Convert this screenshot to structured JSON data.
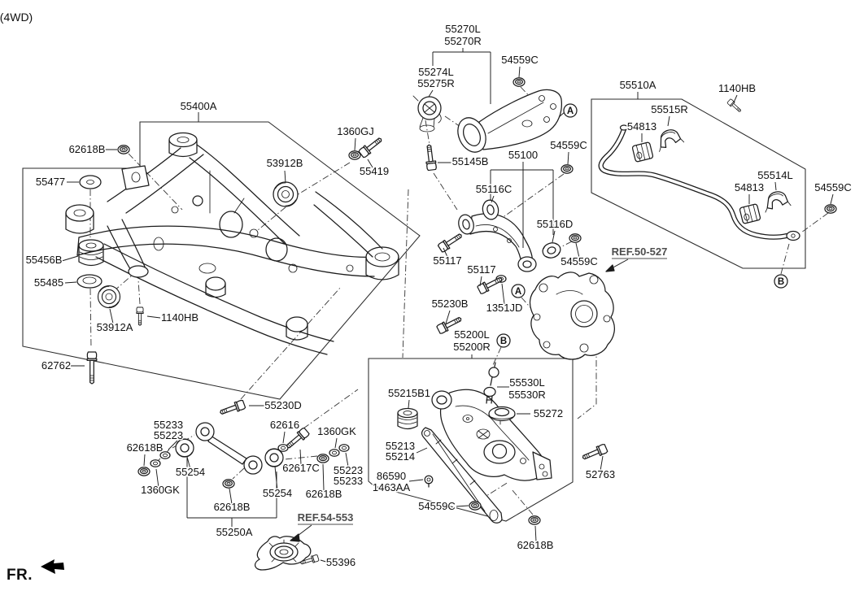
{
  "title": "(4WD)",
  "fr_label": "FR.",
  "callouts": {
    "a1": "A",
    "a2": "A",
    "b1": "B",
    "b2": "B"
  },
  "colors": {
    "line": "#1c1c1c",
    "background": "#ffffff",
    "ref_text": "#4d4d4d"
  },
  "labels": [
    {
      "text": "55400A"
    },
    {
      "text": "62618B"
    },
    {
      "text": "55477"
    },
    {
      "text": "55456B"
    },
    {
      "text": "55485"
    },
    {
      "text": "53912A"
    },
    {
      "text": "1140HB"
    },
    {
      "text": "62762"
    },
    {
      "text": "53912B"
    },
    {
      "text": "1360GJ"
    },
    {
      "text": "55419"
    },
    {
      "text": "55270L"
    },
    {
      "text": "55270R"
    },
    {
      "text": "55274L"
    },
    {
      "text": "55275R"
    },
    {
      "text": "54559C"
    },
    {
      "text": "55145B"
    },
    {
      "text": "55100"
    },
    {
      "text": "54559C"
    },
    {
      "text": "55116C"
    },
    {
      "text": "55116D"
    },
    {
      "text": "54559C"
    },
    {
      "text": "55117"
    },
    {
      "text": "55117"
    },
    {
      "text": "1351JD"
    },
    {
      "text": "55230B"
    },
    {
      "text": "55200L"
    },
    {
      "text": "55200R"
    },
    {
      "text": "REF.50-527"
    },
    {
      "text": "55510A"
    },
    {
      "text": "1140HB"
    },
    {
      "text": "55515R"
    },
    {
      "text": "54813"
    },
    {
      "text": "55514L"
    },
    {
      "text": "54813"
    },
    {
      "text": "54559C"
    },
    {
      "text": "55530L"
    },
    {
      "text": "55530R"
    },
    {
      "text": "55272"
    },
    {
      "text": "55215B1"
    },
    {
      "text": "55213"
    },
    {
      "text": "55214"
    },
    {
      "text": "86590"
    },
    {
      "text": "1463AA"
    },
    {
      "text": "54559C"
    },
    {
      "text": "52763"
    },
    {
      "text": "62618B"
    },
    {
      "text": "55233"
    },
    {
      "text": "55223"
    },
    {
      "text": "62618B"
    },
    {
      "text": "1360GK"
    },
    {
      "text": "55254"
    },
    {
      "text": "55230D"
    },
    {
      "text": "62616"
    },
    {
      "text": "62617C"
    },
    {
      "text": "55254"
    },
    {
      "text": "62618B"
    },
    {
      "text": "55250A"
    },
    {
      "text": "1360GK"
    },
    {
      "text": "55223"
    },
    {
      "text": "55233"
    },
    {
      "text": "62618B"
    },
    {
      "text": "REF.54-553"
    },
    {
      "text": "55396"
    }
  ]
}
